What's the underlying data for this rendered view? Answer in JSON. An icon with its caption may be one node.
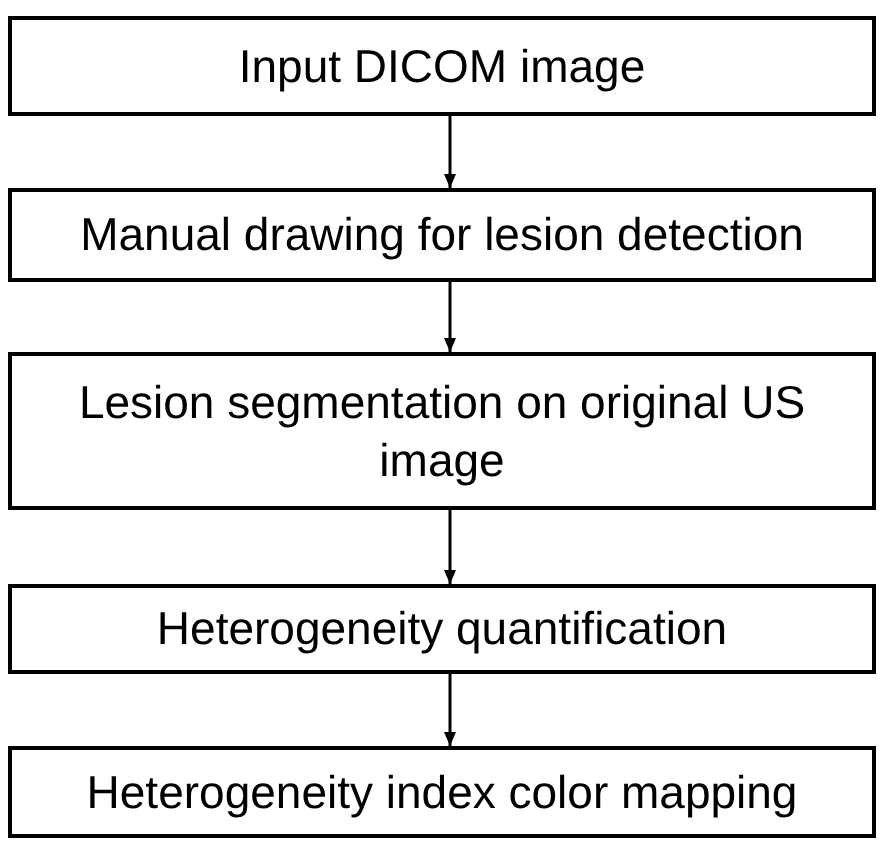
{
  "diagram": {
    "nodes": [
      {
        "text": [
          "Input DICOM image"
        ]
      },
      {
        "text": [
          "Manual drawing for lesion detection"
        ]
      },
      {
        "text": [
          "Lesion segmentation on original US image"
        ]
      },
      {
        "text": [
          "Heterogeneity quantification"
        ]
      },
      {
        "text": [
          "Heterogeneity index color mapping"
        ]
      }
    ],
    "edges": [
      {
        "from": 0,
        "to": 1,
        "arrow": "to"
      },
      {
        "from": 1,
        "to": 2,
        "arrow": "to"
      },
      {
        "from": 2,
        "to": 3,
        "arrow": "to"
      },
      {
        "from": 3,
        "to": 4,
        "arrow": "to"
      }
    ]
  }
}
